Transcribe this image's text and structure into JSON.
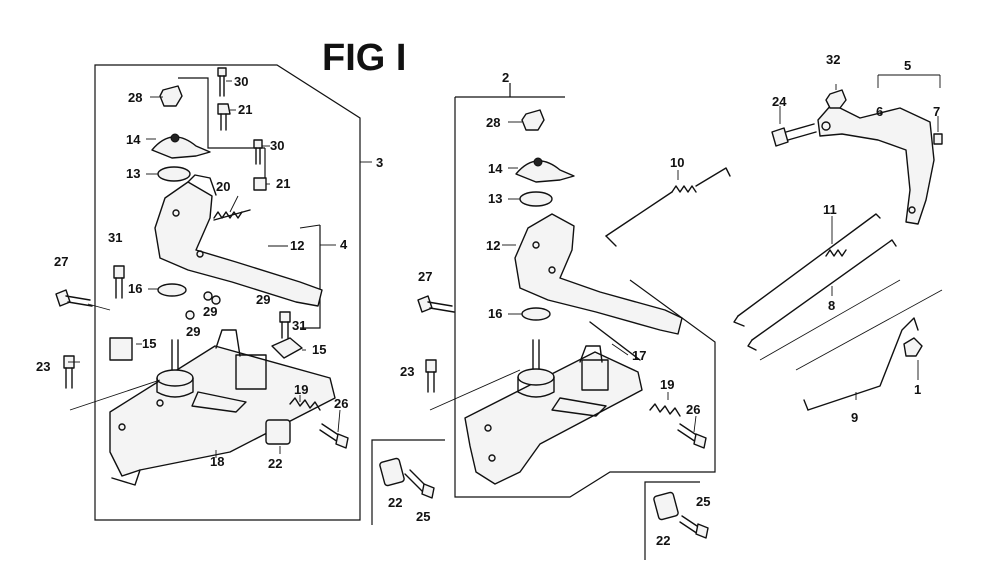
{
  "title": "FIG I",
  "callouts": [
    "1",
    "2",
    "3",
    "4",
    "5",
    "6",
    "7",
    "8",
    "9",
    "10",
    "11",
    "12",
    "13",
    "14",
    "15",
    "16",
    "17",
    "18",
    "19",
    "20",
    "21",
    "22",
    "23",
    "24",
    "25",
    "26",
    "27",
    "28",
    "29",
    "30",
    "31",
    "32"
  ]
}
